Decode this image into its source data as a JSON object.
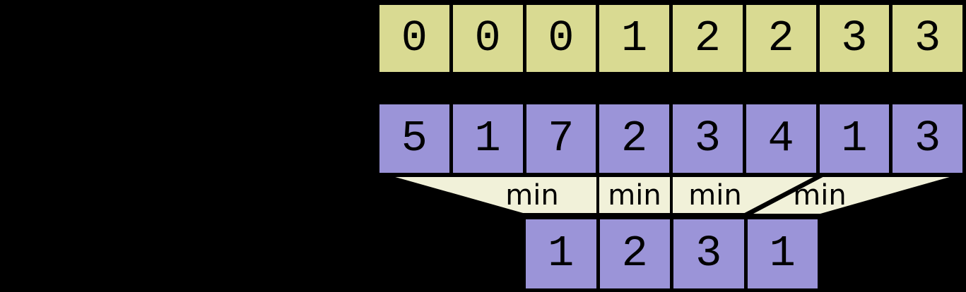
{
  "colors": {
    "background": "#000000",
    "cell_yellow": "#d9da92",
    "cell_purple": "#9b94d8",
    "funnel_cream": "#f1f1d9",
    "border_black": "#000000",
    "text_black": "#000000"
  },
  "arrays": {
    "top": {
      "values": [
        "0",
        "0",
        "0",
        "1",
        "2",
        "2",
        "3",
        "3"
      ]
    },
    "middle": {
      "values": [
        "5",
        "1",
        "7",
        "2",
        "3",
        "4",
        "1",
        "3"
      ]
    },
    "bottom": {
      "values": [
        "1",
        "2",
        "3",
        "1"
      ]
    }
  },
  "min_labels": [
    "min",
    "min",
    "min",
    "min"
  ]
}
